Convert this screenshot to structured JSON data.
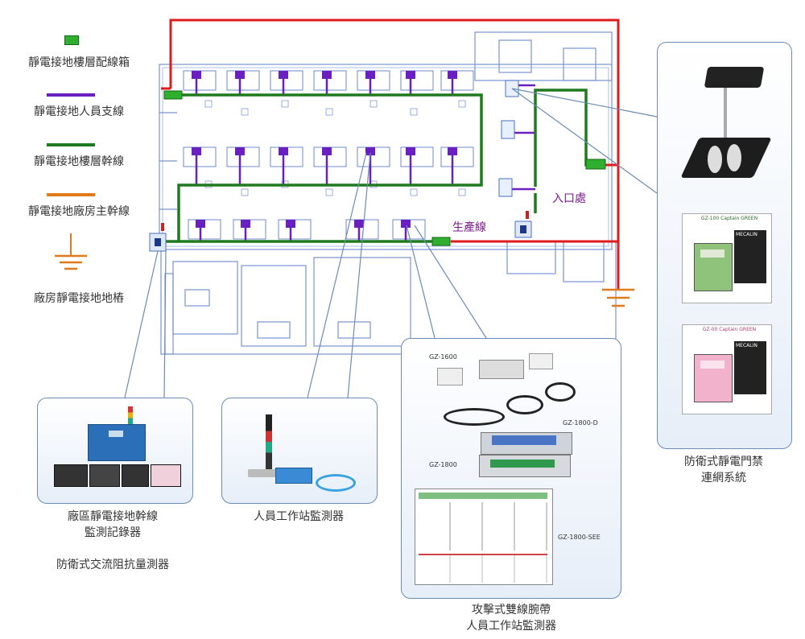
{
  "legend": {
    "items": [
      {
        "label": "靜電接地樓層配線箱"
      },
      {
        "label": "靜電接地人員支線"
      },
      {
        "label": "靜電接地樓層幹線"
      },
      {
        "label": "靜電接地廠房主幹線"
      },
      {
        "label": "廠房靜電接地地樁"
      }
    ]
  },
  "floorplan": {
    "entrance_label": "入口處",
    "production_line_label": "生產線"
  },
  "panels": {
    "trunk_monitor": {
      "caption": "廠區靜電接地幹線\n監測記錄器"
    },
    "ac_impedance": {
      "caption": "防衛式交流阻抗量測器"
    },
    "workstation": {
      "caption": "人員工作站監測器"
    },
    "wrist_strap": {
      "caption": "攻擊式雙線腕帶\n人員工作站監測器",
      "products": [
        "GZ-1600",
        "GZ-1800-D",
        "GZ-1800",
        "GZ-1800-SEE"
      ]
    },
    "access_control": {
      "caption": "防衛式靜電門禁\n連網系統",
      "device1_title": "GZ-100 Captain GREEN",
      "device2_title": "GZ-00 Captain GREEN",
      "brand": "MECALIN"
    }
  },
  "colors": {
    "trunk_red": "#e11b1b",
    "floor_green": "#1f7a1f",
    "branch_purple": "#6a1fc0",
    "main_orange": "#e07a1a",
    "panel_border": "#6b8cb5"
  }
}
